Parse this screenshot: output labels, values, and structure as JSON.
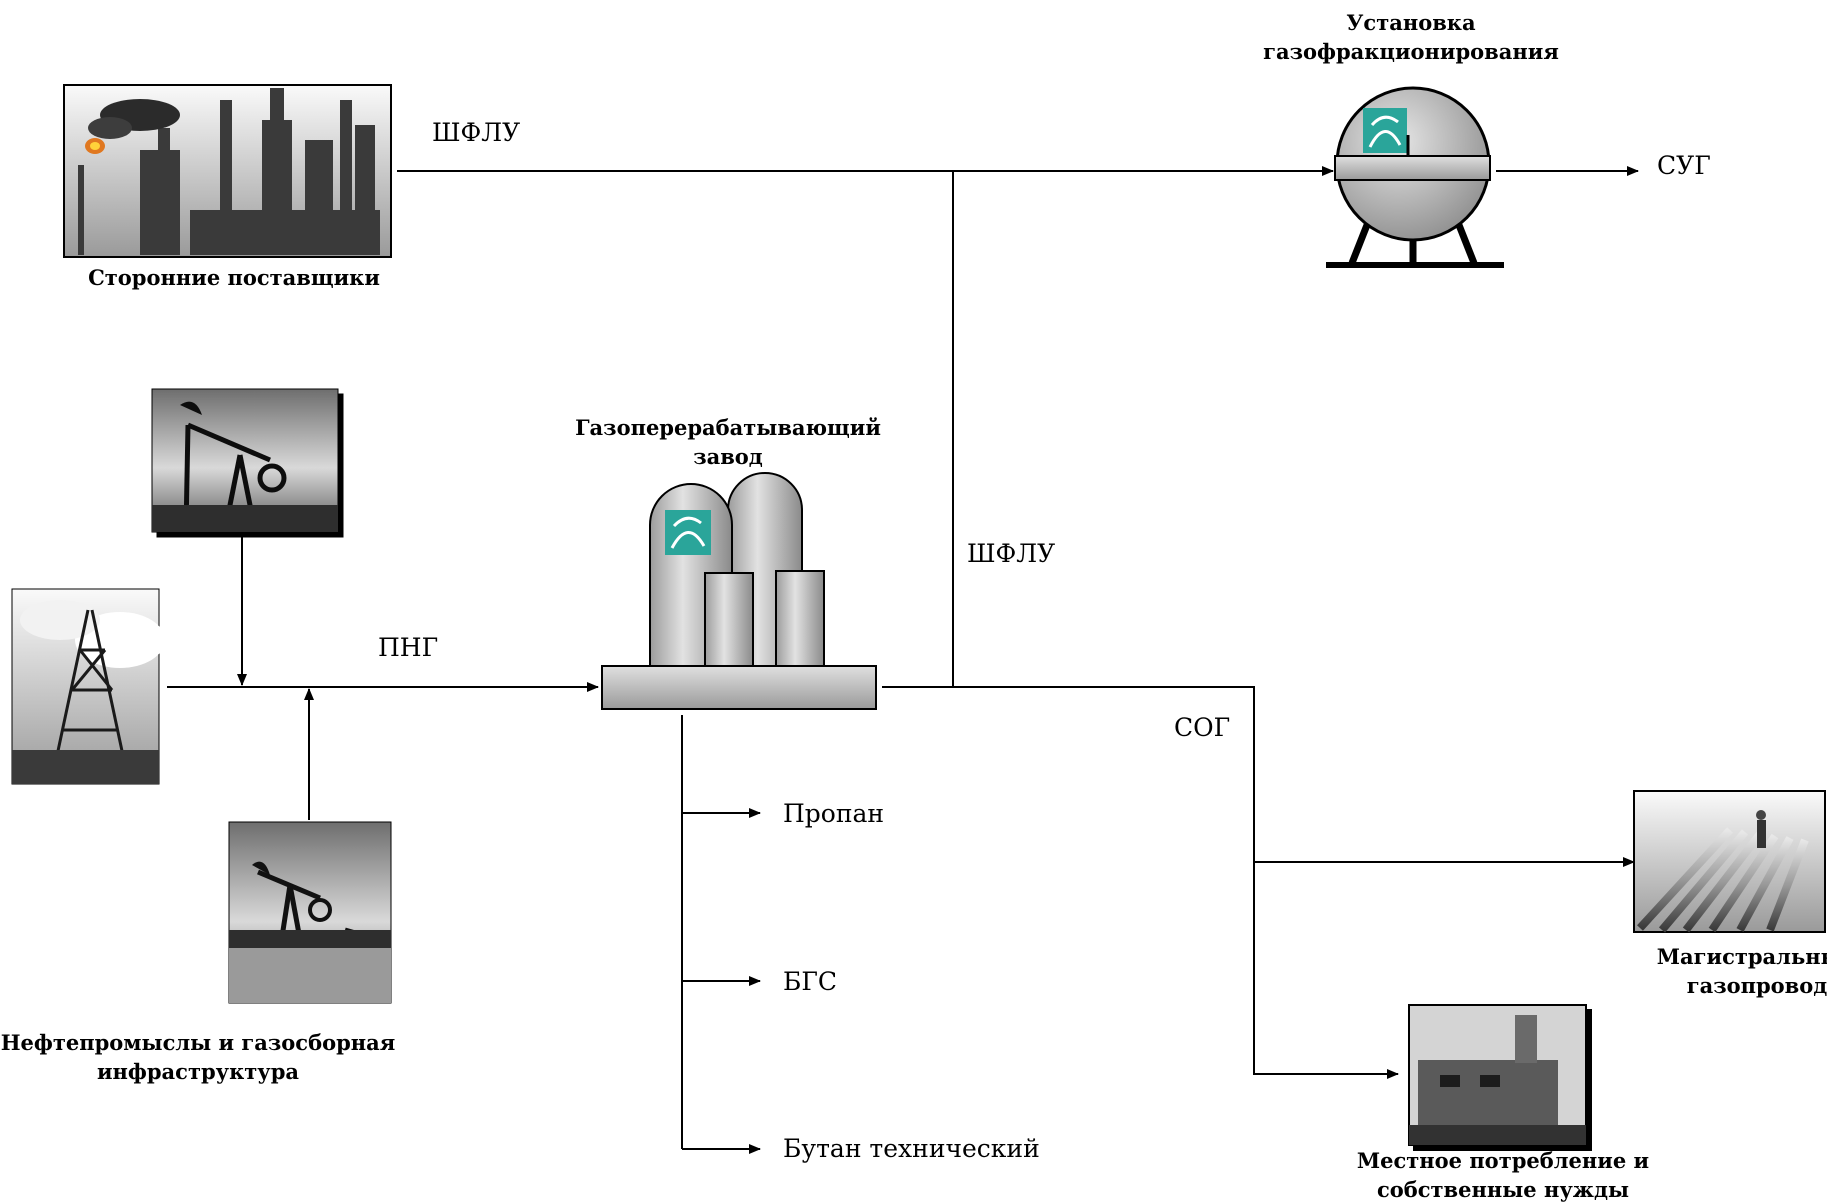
{
  "nodes": {
    "suppliers": {
      "caption": [
        "Сторонние поставщики"
      ]
    },
    "fractionation": {
      "caption": [
        "Установка",
        "газофракционирования"
      ]
    },
    "gpp": {
      "caption": [
        "Газоперерабатывающий",
        "завод"
      ]
    },
    "oilfields": {
      "caption": [
        "Нефтепромыслы и газосборная",
        "инфраструктура"
      ]
    },
    "pipeline": {
      "caption": [
        "Магистральный",
        "газопровод"
      ]
    },
    "local": {
      "caption": [
        "Местное потребление и",
        "собственные нужды"
      ]
    }
  },
  "flows": {
    "shflu_top": "ШФЛУ",
    "shflu_mid": "ШФЛУ",
    "sug": "СУГ",
    "png": "ПНГ",
    "sog": "СОГ",
    "propane": "Пропан",
    "bgs": "БГС",
    "butane": "Бутан технический"
  },
  "colors": {
    "logo": "#2aa59a",
    "line": "#000000",
    "vessel": "#bdbdbd"
  }
}
